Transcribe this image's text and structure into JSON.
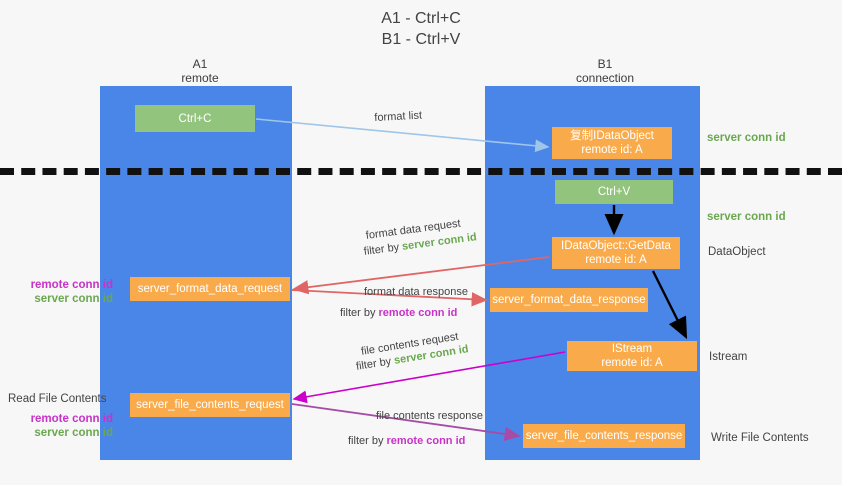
{
  "title": {
    "line1": "A1 - Ctrl+C",
    "line2": "B1 - Ctrl+V"
  },
  "columns": {
    "a": {
      "name": "A1",
      "sub": "remote"
    },
    "b": {
      "name": "B1",
      "sub": "connection"
    }
  },
  "nodes": {
    "ctrl_c": {
      "label": "Ctrl+C",
      "color": "#93c47d"
    },
    "idataobject": {
      "line1": "复制IDataObject",
      "line2": "remote id: A",
      "color": "#f9ab4c"
    },
    "ctrl_v": {
      "label": "Ctrl+V",
      "color": "#93c47d"
    },
    "getdata": {
      "line1": "IDataObject::GetData",
      "line2": "remote id: A",
      "color": "#f9ab4c"
    },
    "server_format_data_request": {
      "label": "server_format_data_request",
      "color": "#f9ab4c"
    },
    "server_format_data_response": {
      "label": "server_format_data_response",
      "color": "#f9ab4c"
    },
    "istream": {
      "line1": "IStream",
      "line2": "remote id: A",
      "color": "#f9ab4c"
    },
    "server_file_contents_request": {
      "label": "server_file_contents_request",
      "color": "#f9ab4c"
    },
    "server_file_contents_response": {
      "label": "server_file_contents_response",
      "color": "#f9ab4c"
    }
  },
  "edges": {
    "format_list": "format list",
    "format_data_request": "format data request",
    "format_data_request_filter_prefix": "filter by ",
    "format_data_request_filter_value": "server conn id",
    "format_data_response": "format data response",
    "format_data_response_filter_prefix": "filter by ",
    "format_data_response_filter_value": "remote conn id",
    "file_contents_request": "file contents request",
    "file_contents_request_filter_prefix": "filter by ",
    "file_contents_request_filter_value": "server conn id",
    "file_contents_response": "file contents response",
    "file_contents_response_filter_prefix": "filter by ",
    "file_contents_response_filter_value": "remote conn id"
  },
  "annotations": {
    "server_conn_id_top": "server conn id",
    "server_conn_id_mid": "server conn id",
    "dataobject": "DataObject",
    "istream": "Istream",
    "write_file_contents": "Write File Contents",
    "read_file_contents": "Read File Contents",
    "remote_conn_id_1": "remote conn id",
    "server_conn_id_1": "server conn id",
    "remote_conn_id_2": "remote conn id",
    "server_conn_id_2": "server conn id"
  },
  "colors": {
    "lane": "#4a86e8",
    "green_box": "#93c47d",
    "orange_box": "#f9ab4c",
    "green_text": "#6aa84f",
    "pink_text": "#c832c8",
    "arrow_light_blue": "#9fc5e8",
    "arrow_red": "#e06666",
    "arrow_magenta": "#cc00cc",
    "arrow_purple": "#a64ca6",
    "arrow_black": "#000000",
    "divider": "#111111",
    "background": "#f7f7f7"
  }
}
